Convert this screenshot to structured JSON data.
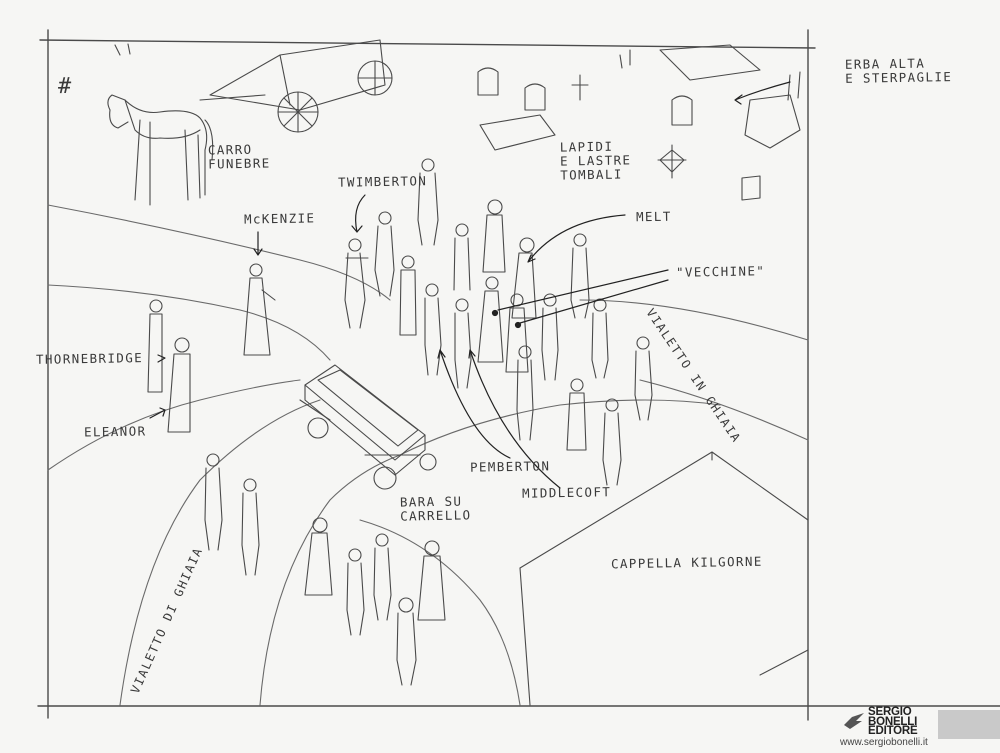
{
  "frame_marker": "#",
  "labels": {
    "carro_funebre": "CARRO\nFUNEBRE",
    "twimberton": "TWIMBERTON",
    "mckenzie": "McKENZIE",
    "lapidi": "LAPIDI\nE LASTRE\nTOMBALI",
    "erba": "ERBA ALTA\nE STERPAGLIE",
    "melt": "MELT",
    "vecchine": "\"VECCHINE\"",
    "thornebridge": "THORNEBRIDGE",
    "eleanor": "ELEANOR",
    "vialetto_right": "VIALETTO IN GHIAIA",
    "pemberton": "PEMBERTON",
    "middlecoft": "MIDDLECOFT",
    "bara": "BARA SU\nCARRELLO",
    "cappella": "CAPPELLA KILGORNE",
    "vialetto_left": "VIALETTO DI GHIAIA"
  },
  "publisher": {
    "name": "SERGIO\nBONELLI\nEDITORE",
    "url": "www.sergiobonelli.it"
  },
  "colors": {
    "paper": "#f6f6f4",
    "pencil": "#4a4a4a",
    "logo_box": "#c9c9c9"
  }
}
